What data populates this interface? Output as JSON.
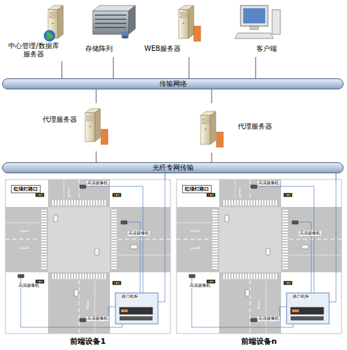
{
  "diagram": {
    "nodes": [
      {
        "text": [
          "中心管理/数据库服务器"
        ]
      },
      {
        "text": [
          "存储阵列"
        ]
      },
      {
        "text": [
          "WEB服务器"
        ]
      },
      {
        "text": [
          "客户端"
        ]
      },
      {
        "text": [
          "传输网络"
        ]
      },
      {
        "text": [
          "代理服务器"
        ]
      },
      {
        "text": [
          "代理服务器"
        ]
      },
      {
        "text": [
          "光纤专网传输"
        ]
      },
      {
        "text": [
          "红绿灯路口",
          "前端设备1"
        ]
      },
      {
        "text": [
          "红绿灯路口",
          "前端设备n"
        ]
      }
    ],
    "edges": [
      {
        "from": 0,
        "to": 4,
        "arrow": "none"
      },
      {
        "from": 1,
        "to": 4,
        "arrow": "none"
      },
      {
        "from": 2,
        "to": 4,
        "arrow": "none"
      },
      {
        "from": 3,
        "to": 4,
        "arrow": "none"
      },
      {
        "from": 4,
        "to": 5,
        "arrow": "none"
      },
      {
        "from": 4,
        "to": 6,
        "arrow": "none"
      },
      {
        "from": 5,
        "to": 7,
        "arrow": "none"
      },
      {
        "from": 6,
        "to": 7,
        "arrow": "none"
      },
      {
        "from": 7,
        "to": 8,
        "arrow": "none"
      },
      {
        "from": 7,
        "to": 9,
        "arrow": "none"
      }
    ],
    "labels": [
      "高清摄像机",
      "高清摄像机",
      "高清摄像机",
      "高清摄像机",
      "路口机柜",
      "高清摄像机",
      "高清摄像机",
      "高清摄像机",
      "高清摄像机",
      "路口机柜"
    ]
  }
}
